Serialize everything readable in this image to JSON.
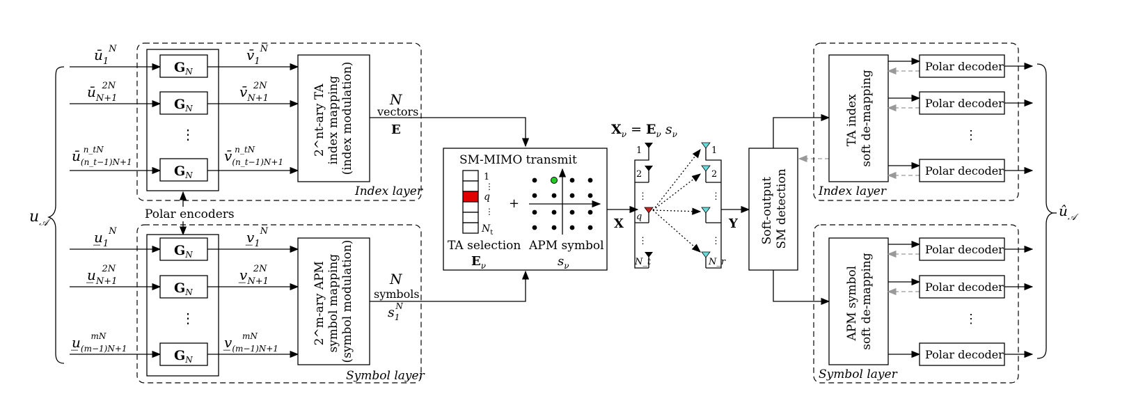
{
  "inputs": {
    "u_all": "u",
    "u_all_sub": "𝒜",
    "idx_rows": [
      {
        "base": "ū",
        "sub": "1",
        "sup": "N"
      },
      {
        "base": "ū",
        "sub": "N+1",
        "sup": "2N"
      },
      {
        "base": "ū",
        "sub": "(n_t−1)N+1",
        "sup": "n_tN"
      }
    ],
    "sym_rows": [
      {
        "base": "u̲",
        "sub": "1",
        "sup": "N"
      },
      {
        "base": "u̲",
        "sub": "N+1",
        "sup": "2N"
      },
      {
        "base": "u̲",
        "sub": "(m−1)N+1",
        "sup": "mN"
      }
    ]
  },
  "encoders": {
    "gn": "G",
    "gn_sub": "N",
    "ellipsis": "⋮",
    "polar_encoders": "Polar encoders"
  },
  "index_outputs": [
    {
      "base": "v̄",
      "sub": "1",
      "sup": "N"
    },
    {
      "base": "v̄",
      "sub": "N+1",
      "sup": "2N"
    },
    {
      "base": "v̄",
      "sub": "(n_t−1)N+1",
      "sup": "n_tN"
    }
  ],
  "symbol_outputs": [
    {
      "base": "v̲",
      "sub": "1",
      "sup": "N"
    },
    {
      "base": "v̲",
      "sub": "N+1",
      "sup": "2N"
    },
    {
      "base": "v̲",
      "sub": "(m−1)N+1",
      "sup": "mN"
    }
  ],
  "index_mapping": {
    "lines": [
      "2^nt-ary TA",
      "index mapping",
      "(index modulation)"
    ],
    "layer": "Index layer",
    "out_n": "N",
    "out_word": "vectors",
    "out_sym": "E"
  },
  "symbol_mapping": {
    "lines": [
      "2^m-ary APM",
      "symbol mapping",
      "(symbol modulation)"
    ],
    "layer": "Symbol layer",
    "out_n": "N",
    "out_word": "symbols",
    "out_sym": "s",
    "out_sym_sub": "1",
    "out_sym_sup": "N"
  },
  "transmit": {
    "title": "SM-MIMO transmit",
    "ta_label": "TA selection",
    "ta_sym": "E",
    "ta_sym_sub": "ν",
    "apm_label": "APM symbol",
    "apm_sym": "s",
    "apm_sym_sub": "ν",
    "plus": "+",
    "idx_1": "1",
    "idx_q": "q",
    "idx_nt": "N",
    "idx_nt_sub": "t",
    "x_label": "X",
    "highlight_color": "#e00000",
    "point_color": "#22cc22"
  },
  "channel": {
    "eq": "X_ν = E_ν s_ν",
    "tx_labels": [
      "1",
      "2",
      "q",
      "N_t"
    ],
    "rx_labels": [
      "1",
      "2",
      "N_r"
    ],
    "y_label": "Y",
    "ant_tx_active": "#cc2222",
    "ant_rx": "#66dddd"
  },
  "detector": {
    "lines": [
      "Soft-output",
      "SM detection"
    ]
  },
  "demapping": {
    "index_lines": [
      "TA index",
      "soft de-mapping"
    ],
    "symbol_lines": [
      "APM symbol",
      "soft de-mapping"
    ],
    "index_layer": "Index layer",
    "symbol_layer": "Symbol layer",
    "decoder": "Polar decoder",
    "ellipsis": "⋮"
  },
  "output": {
    "u_hat": "û",
    "u_hat_sub": "𝒜"
  }
}
